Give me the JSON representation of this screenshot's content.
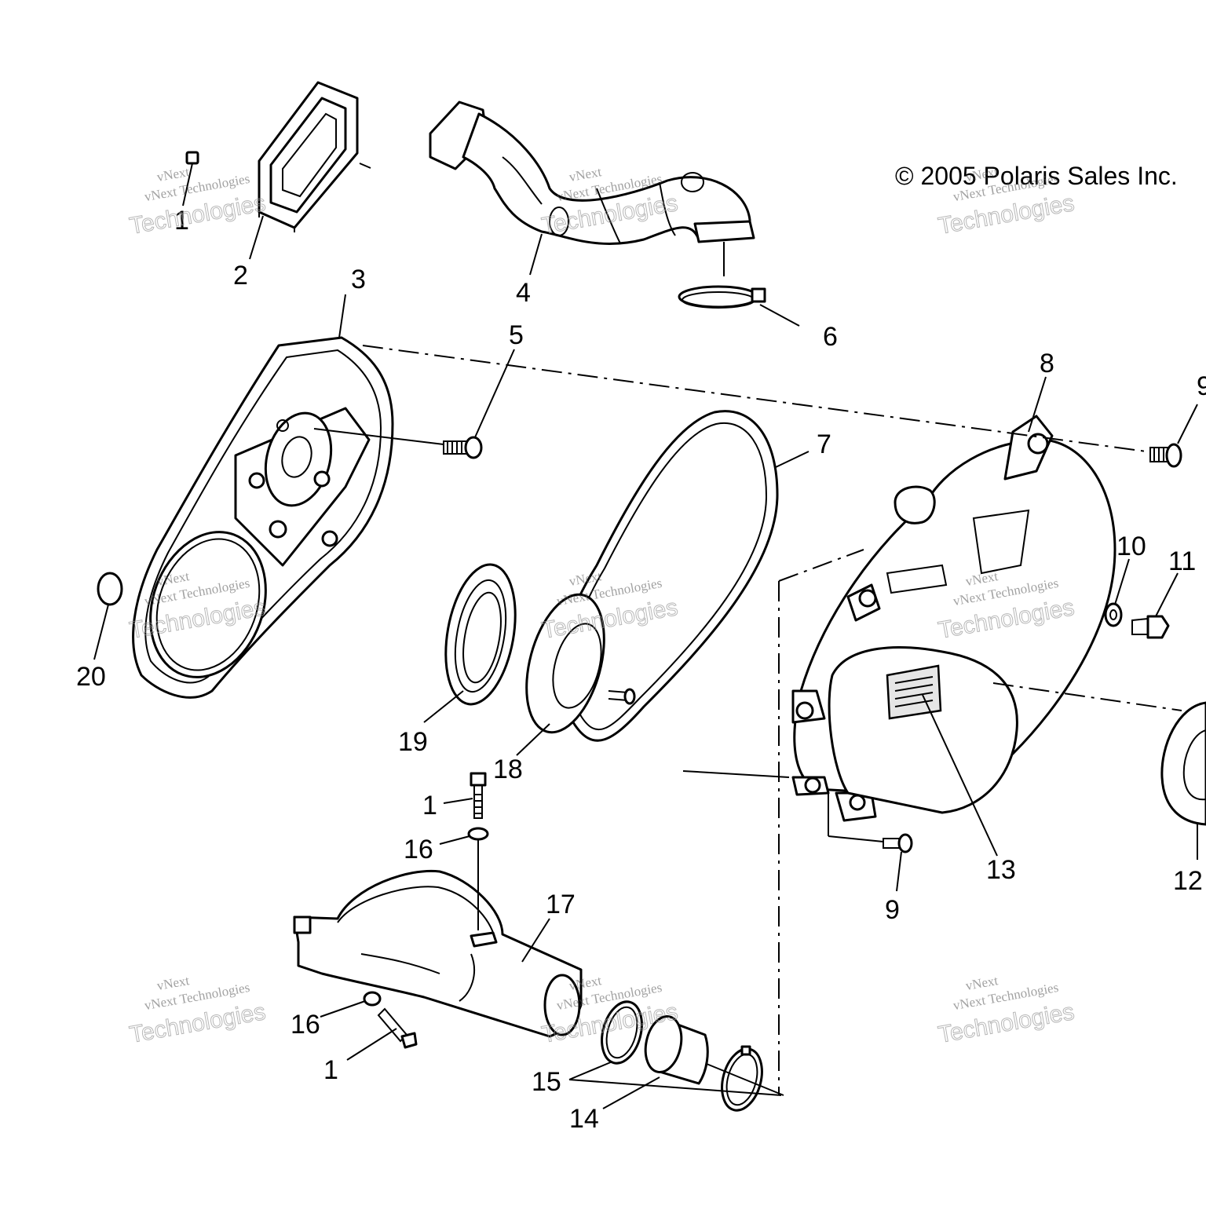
{
  "copyright": "© 2005 Polaris Sales Inc.",
  "watermark": {
    "line1": "vNext",
    "line2": "vNext Technologies",
    "line3": "Technologies"
  },
  "callouts": {
    "c1_top": "1",
    "c2": "2",
    "c3": "3",
    "c4": "4",
    "c5": "5",
    "c6": "6",
    "c7": "7",
    "c8": "8",
    "c9_top": "9",
    "c10": "10",
    "c11": "11",
    "c12": "12",
    "c13": "13",
    "c9_bottom": "9",
    "c20": "20",
    "c19": "19",
    "c18": "18",
    "c1_mid": "1",
    "c16_mid": "16",
    "c17": "17",
    "c16_low": "16",
    "c1_low": "1",
    "c15": "15",
    "c14": "14"
  }
}
